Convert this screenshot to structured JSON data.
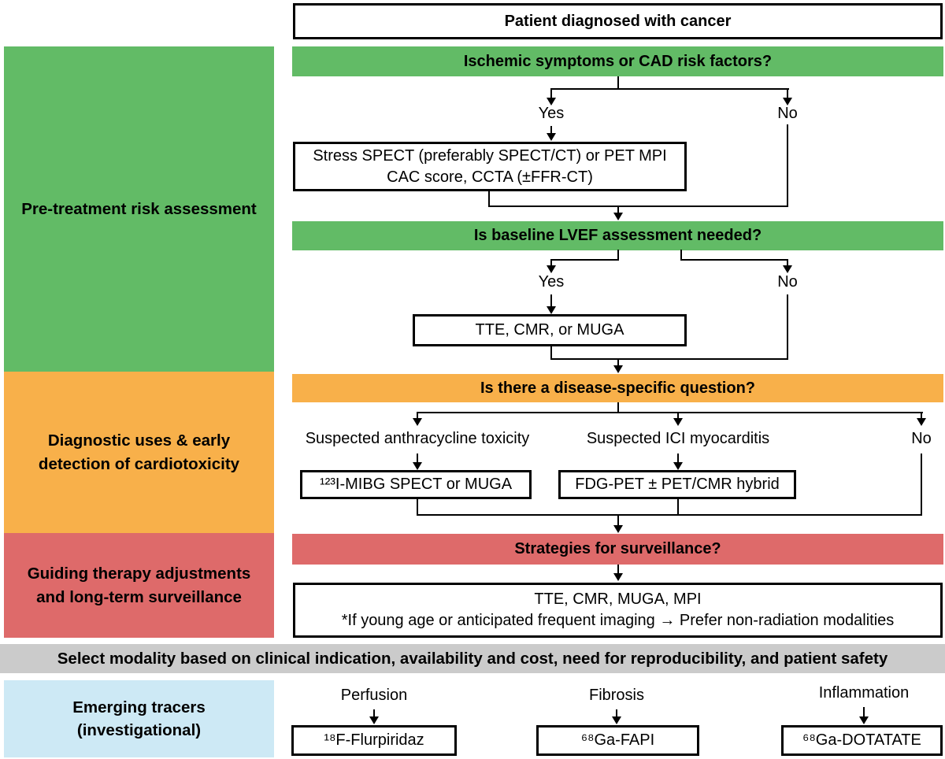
{
  "palette": {
    "green": "#62BB66",
    "orange": "#F8B04A",
    "red": "#DE6A6A",
    "gray_bar": "#CBCBCB",
    "light_blue": "#CDE9F5",
    "line_color": "#000000"
  },
  "top_box": {
    "label": "Patient diagnosed with cancer"
  },
  "sidebar": {
    "pretreatment": "Pre-treatment risk assessment",
    "diagnostic": "Diagnostic uses & early detection of cardiotoxicity",
    "guiding": "Guiding therapy adjustments and long-term surveillance",
    "emerging": "Emerging tracers (investigational)"
  },
  "flow": {
    "q1": "Ischemic symptoms or CAD risk factors?",
    "q1_yes": "Yes",
    "q1_no": "No",
    "stress_box_line1": "Stress SPECT (preferably SPECT/CT) or PET MPI",
    "stress_box_line2": "CAC score, CCTA (±FFR-CT)",
    "q2": "Is baseline LVEF assessment needed?",
    "q2_yes": "Yes",
    "q2_no": "No",
    "lvef_box": "TTE, CMR, or MUGA",
    "q3": "Is there a disease-specific question?",
    "q3_left": "Suspected anthracycline toxicity",
    "q3_mid": "Suspected ICI myocarditis",
    "q3_right": "No",
    "mibg_box": "¹²³I-MIBG SPECT or MUGA",
    "fdg_box": "FDG-PET ± PET/CMR hybrid",
    "q4": "Strategies for surveillance?",
    "surveillance_line1": "TTE, CMR, MUGA, MPI",
    "surveillance_line2": "*If young age or anticipated frequent imaging → Prefer non-radiation modalities"
  },
  "footer_bar": {
    "label": "Select modality based on clinical indication, availability and cost, need for reproducibility, and patient safety"
  },
  "tracers": [
    {
      "label": "Perfusion",
      "box": "¹⁸F-Flurpiridaz"
    },
    {
      "label": "Fibrosis",
      "box": "⁶⁸Ga-FAPI"
    },
    {
      "label": "Inflammation",
      "box": "⁶⁸Ga-DOTATATE"
    }
  ]
}
